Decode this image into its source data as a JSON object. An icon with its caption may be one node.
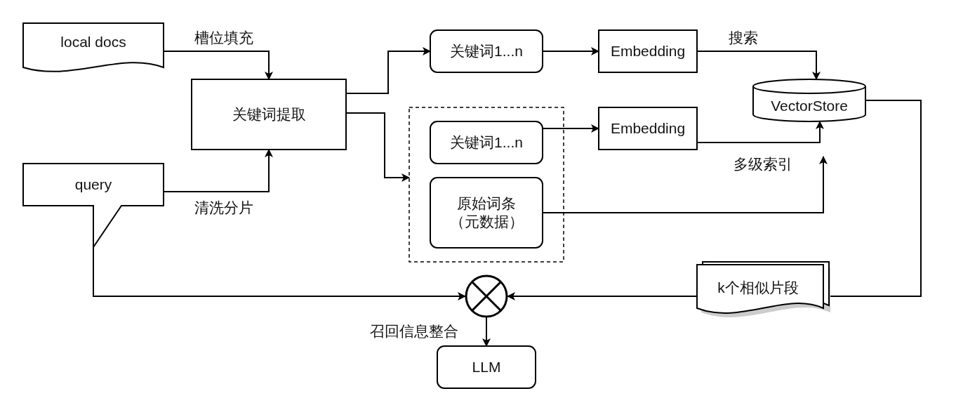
{
  "diagram": {
    "nodes": [
      {
        "text": [
          "local docs"
        ]
      },
      {
        "text": [
          "关键词提取"
        ]
      },
      {
        "text": [
          "query"
        ]
      },
      {
        "text": [
          "关键词1...n"
        ]
      },
      {
        "text": [
          "Embedding"
        ]
      },
      {
        "text": [],
        "shape": "box"
      },
      {
        "text": [
          "关键词1...n"
        ],
        "in": 5
      },
      {
        "text": [
          "原始词条（元数据）"
        ],
        "in": 5
      },
      {
        "text": [
          "Embedding"
        ]
      },
      {
        "text": [
          "VectorStore"
        ]
      },
      {
        "text": [
          "k个相似片段"
        ]
      },
      {
        "text": [],
        "shape": "circle"
      },
      {
        "text": [
          "LLM"
        ]
      }
    ],
    "edges": [
      {
        "from": 0,
        "to": 1,
        "arrow": "to",
        "label": "槽位填充"
      },
      {
        "from": 2,
        "to": 1,
        "arrow": "to",
        "label": "清洗分片"
      },
      {
        "from": 1,
        "to": 3,
        "arrow": "to"
      },
      {
        "from": 1,
        "to": 5,
        "arrow": "to"
      },
      {
        "from": 3,
        "to": 4,
        "arrow": "to"
      },
      {
        "from": 4,
        "to": 9,
        "arrow": "to",
        "label": "搜索"
      },
      {
        "from": 6,
        "to": 8,
        "arrow": "to"
      },
      {
        "from": 8,
        "to": 9,
        "arrow": "to",
        "label": "多级索引"
      },
      {
        "from": 7,
        "to": 9,
        "arrow": "to"
      },
      {
        "from": 9,
        "to": 10,
        "arrow": "none"
      },
      {
        "from": 10,
        "to": 11,
        "arrow": "to"
      },
      {
        "from": 2,
        "to": 11,
        "arrow": "to"
      },
      {
        "from": 11,
        "to": 12,
        "arrow": "to",
        "label": "召回信息整合"
      }
    ]
  }
}
